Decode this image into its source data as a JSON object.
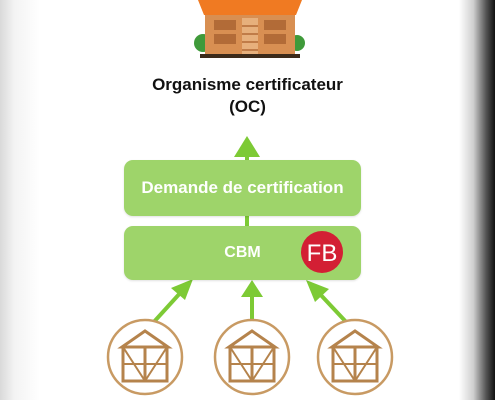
{
  "oc": {
    "line1": "Organisme certificateur",
    "line2": "(OC)"
  },
  "demande": {
    "label": "Demande de certification"
  },
  "cbm": {
    "label": "CBM",
    "logo_text": "FB"
  },
  "colors": {
    "box_green": "#9ed46a",
    "arrow_green": "#7dca35",
    "logo_red": "#d31f34",
    "frame_wood": "#c89a63"
  },
  "icons": {
    "top": "building-icon",
    "bottom": [
      "timber-frame-icon",
      "timber-frame-icon",
      "timber-frame-icon"
    ]
  }
}
